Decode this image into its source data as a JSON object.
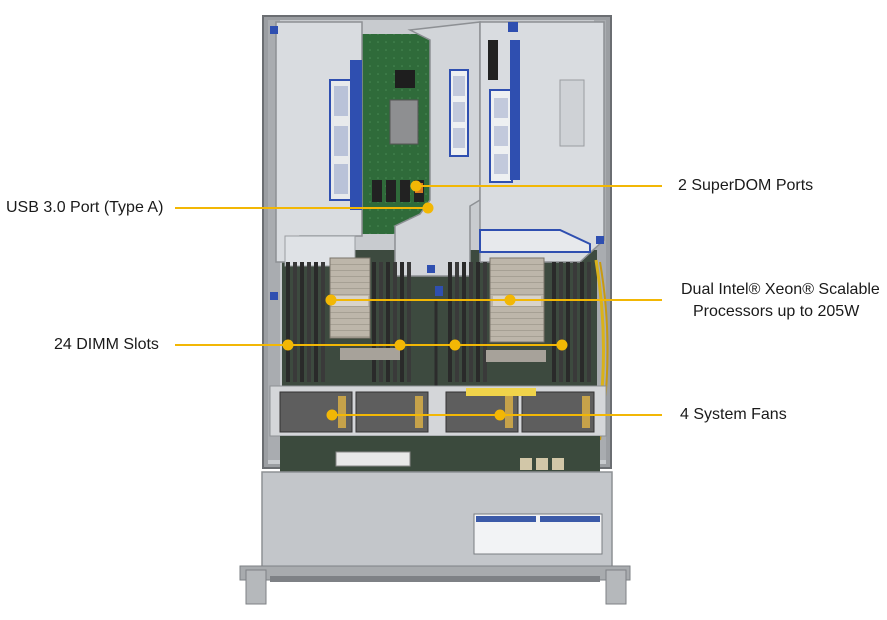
{
  "labels": {
    "usb": "USB 3.0 Port (Type A)",
    "superdom": "2 SuperDOM Ports",
    "cpu_line1": "Dual Intel® Xeon® Scalable",
    "cpu_line2": "Processors up to 205W",
    "dimm": "24 DIMM Slots",
    "fans": "4 System Fans"
  },
  "colors": {
    "callout": "#f2b705",
    "chassis_frame": "#8d9094",
    "chassis_fill": "#c9ccd0",
    "board": "#2f6b3a",
    "shroud": "#d7dadf",
    "riser_blue": "#2f4fb0",
    "dimm": "#3a3a3a",
    "heatsink": "#b9b3a8"
  }
}
